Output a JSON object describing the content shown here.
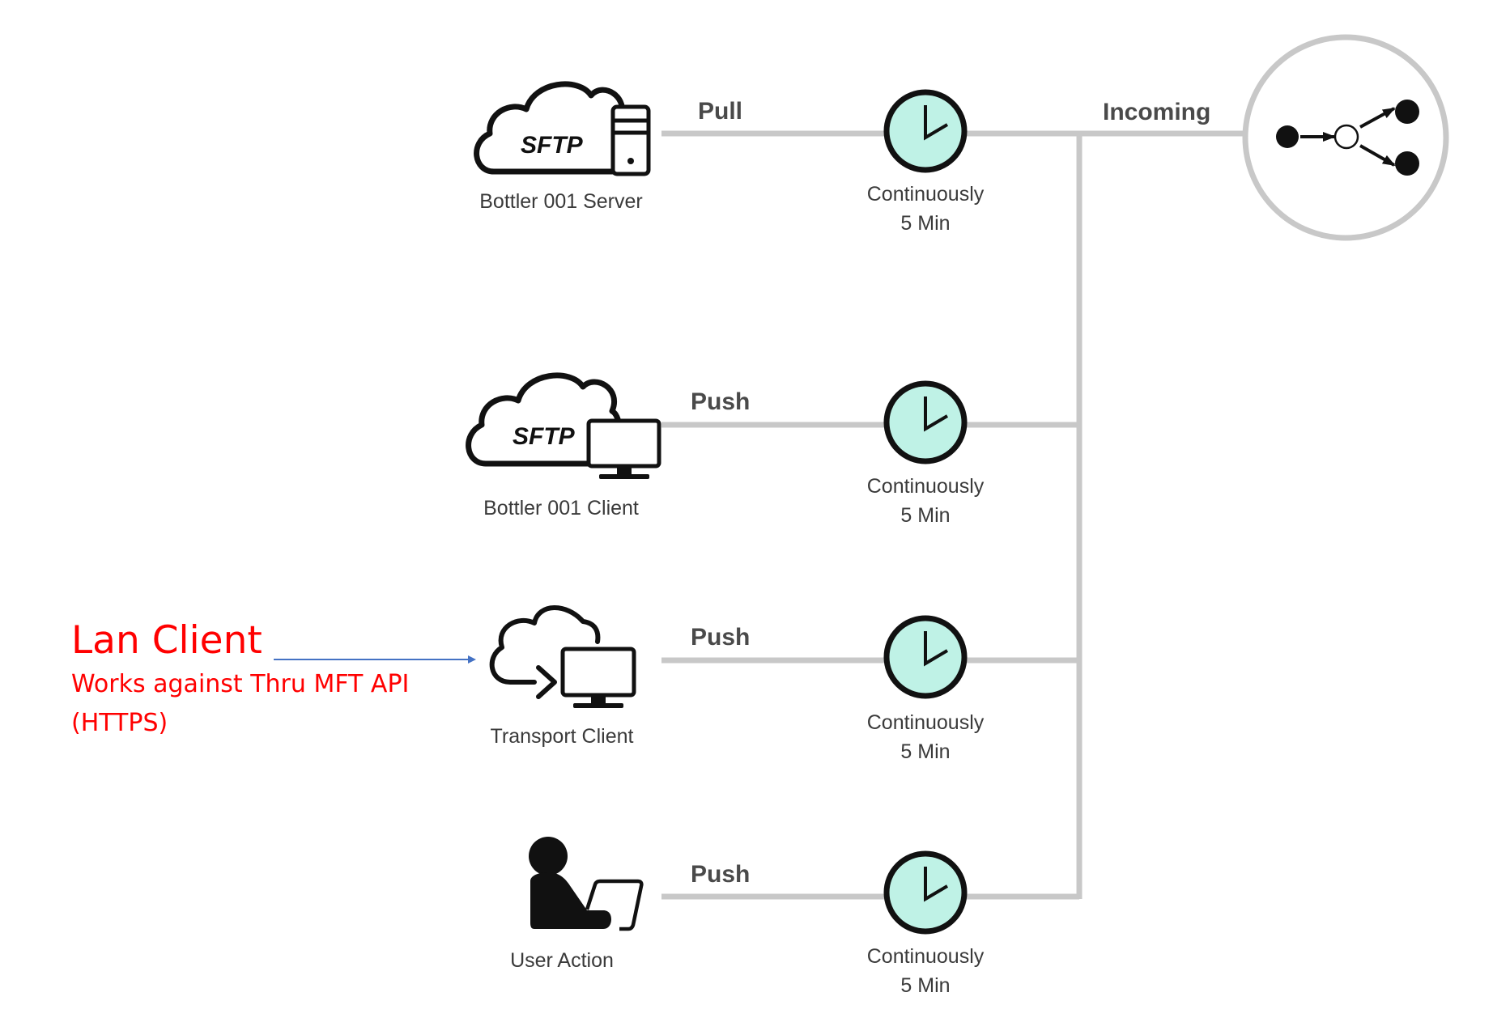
{
  "diagram": {
    "sources": [
      {
        "name": "Bottler 001 Server",
        "icon": "sftp-cloud-server-icon",
        "badge": "SFTP",
        "direction": "Pull",
        "schedule": {
          "mode": "Continuously",
          "interval": "5 Min"
        }
      },
      {
        "name": "Bottler 001 Client",
        "icon": "sftp-cloud-monitor-icon",
        "badge": "SFTP",
        "direction": "Push",
        "schedule": {
          "mode": "Continuously",
          "interval": "5 Min"
        }
      },
      {
        "name": "Transport Client",
        "icon": "cloud-transfer-monitor-icon",
        "direction": "Push",
        "schedule": {
          "mode": "Continuously",
          "interval": "5 Min"
        }
      },
      {
        "name": "User Action",
        "icon": "user-laptop-icon",
        "direction": "Push",
        "schedule": {
          "mode": "Continuously",
          "interval": "5 Min"
        }
      }
    ],
    "destination": {
      "label": "Incoming",
      "icon": "routing-node-icon"
    },
    "colors": {
      "connector": "#c8c8c8",
      "clock_fill": "#bff2e6",
      "annotation": "#ff0000",
      "annotation_arrow": "#4472c4"
    }
  },
  "annotation": {
    "title": "Lan Client",
    "line1": "Works against Thru MFT API",
    "line2": "(HTTPS)"
  }
}
